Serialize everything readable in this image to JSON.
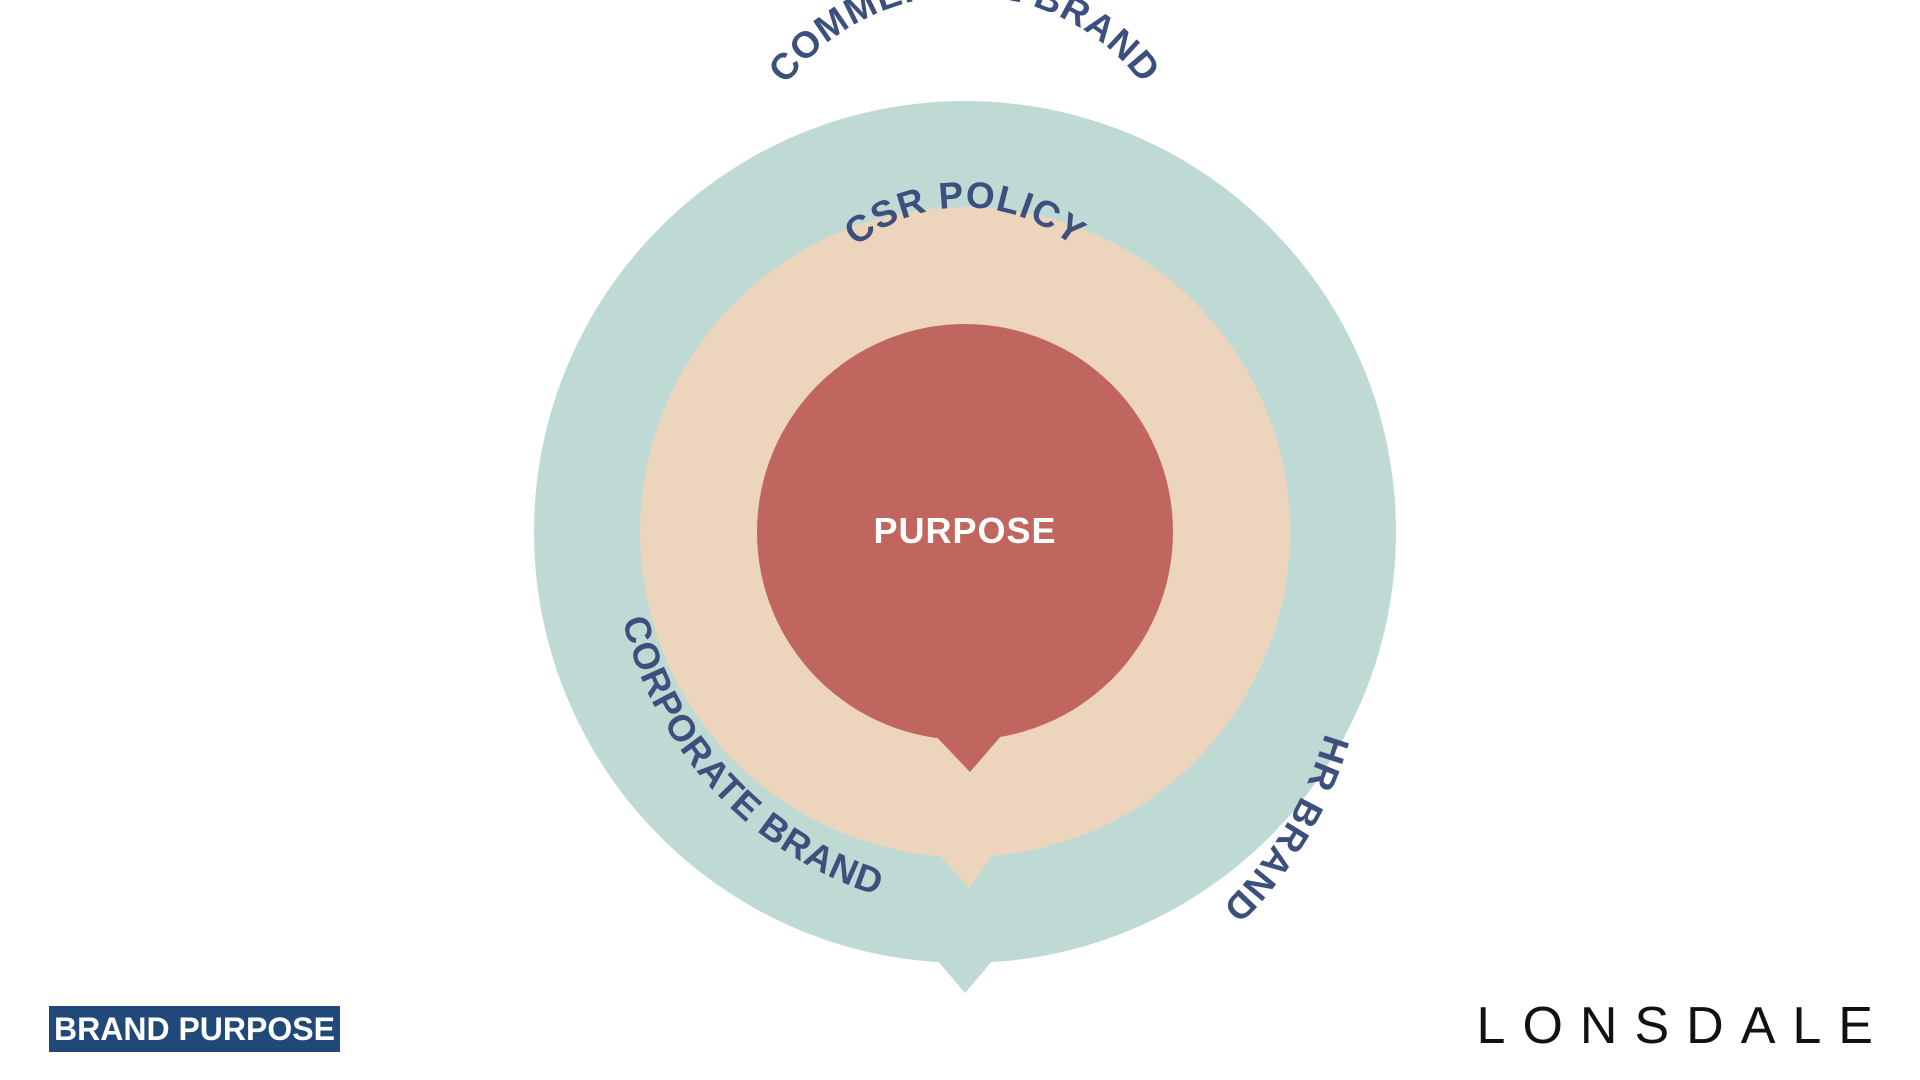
{
  "diagram": {
    "rings": {
      "outer": {
        "labels": [
          "COMMERCIAL BRAND",
          "CORPORATE BRAND",
          "HR BRAND"
        ],
        "fill": "#bfdad5"
      },
      "middle": {
        "label": "CSR POLICY",
        "fill": "#ecd4bd"
      },
      "core": {
        "label": "PURPOSE",
        "fill": "#c1665f"
      }
    },
    "colors": {
      "ring_text": "#3d4f7c",
      "core_text": "#ffffff"
    }
  },
  "footer": {
    "section_tag": "BRAND PURPOSE",
    "section_tag_color": "#20497a",
    "logo": "LONSDALE"
  }
}
